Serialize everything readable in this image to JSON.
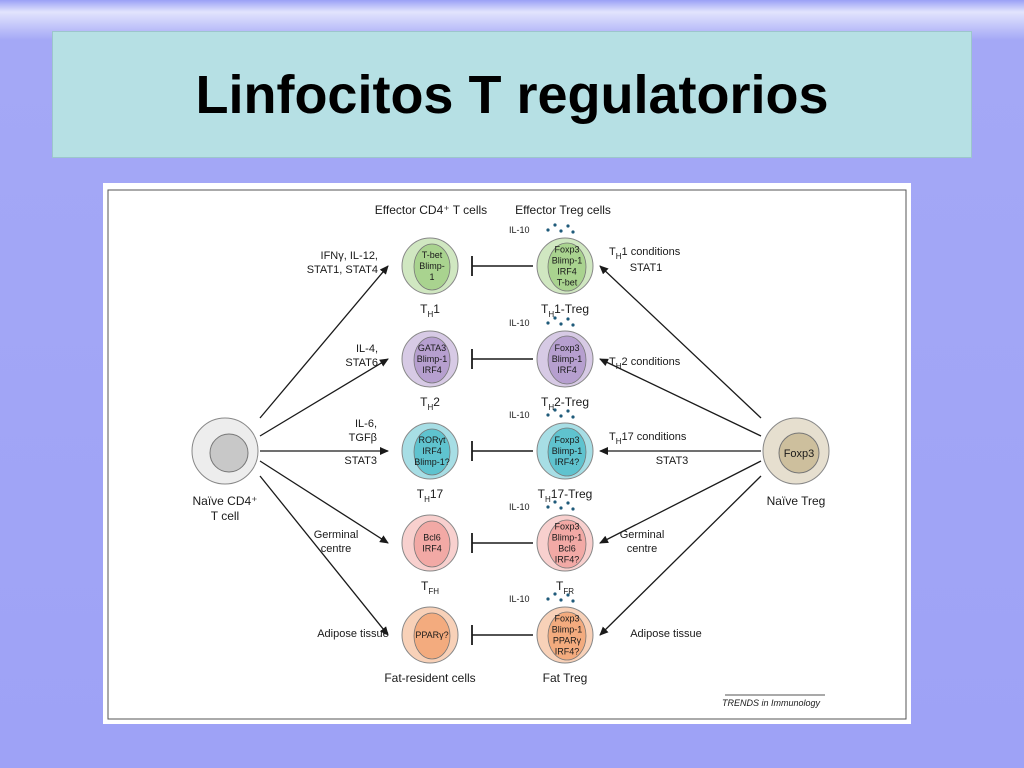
{
  "slide": {
    "title": "Linfocitos T regulatorios"
  },
  "figure": {
    "header_effector": "Effector CD4⁺ T cells",
    "header_treg": "Effector Treg cells",
    "naive_cd4_line1": "Naïve CD4⁺",
    "naive_cd4_line2": "T cell",
    "naive_treg_label": "Naïve Treg",
    "naive_treg_inner": "Foxp3",
    "il10": "IL-10",
    "credit": "TRENDS in Immunology",
    "colors": {
      "th1": "#a9d38f",
      "th2": "#b69fcf",
      "th17": "#5fc3cf",
      "tfh": "#f2a9a5",
      "fat": "#f3ab7e",
      "naive_cd4": "#c8c8c8",
      "naive_treg": "#cdbf9d"
    },
    "rows": [
      {
        "effector_inner": [
          "T-bet",
          "Blimp-",
          "1"
        ],
        "effector_label": "T",
        "effector_sub": "H",
        "effector_suffix": "1",
        "treg_inner": [
          "Foxp3",
          "Blimp-1",
          "IRF4",
          "T-bet"
        ],
        "treg_label": "T",
        "treg_sub": "H",
        "treg_suffix": "1-Treg",
        "left_signal": [
          "IFNγ, IL-12,",
          "STAT1, STAT4"
        ],
        "right_signal": [
          "T",
          "H",
          "1 conditions",
          "STAT1"
        ]
      },
      {
        "effector_inner": [
          "GATA3",
          "Blimp-1",
          "IRF4"
        ],
        "effector_label": "T",
        "effector_sub": "H",
        "effector_suffix": "2",
        "treg_inner": [
          "Foxp3",
          "Blimp-1",
          "IRF4"
        ],
        "treg_label": "T",
        "treg_sub": "H",
        "treg_suffix": "2-Treg",
        "left_signal": [
          "IL-4,",
          "STAT6"
        ],
        "right_signal": [
          "T",
          "H",
          "2 conditions"
        ]
      },
      {
        "effector_inner": [
          "RORγt",
          "IRF4",
          "Blimp-1?"
        ],
        "effector_label": "T",
        "effector_sub": "H",
        "effector_suffix": "17",
        "treg_inner": [
          "Foxp3",
          "Blimp-1",
          "IRF4?"
        ],
        "treg_label": "T",
        "treg_sub": "H",
        "treg_suffix": "17-Treg",
        "left_signal": [
          "IL-6,",
          "TGFβ",
          "STAT3"
        ],
        "right_signal": [
          "T",
          "H",
          "17 conditions",
          "STAT3"
        ]
      },
      {
        "effector_inner": [
          "Bcl6",
          "IRF4"
        ],
        "effector_label": "T",
        "effector_sub": "FH",
        "effector_suffix": "",
        "treg_inner": [
          "Foxp3",
          "Blimp-1",
          "Bcl6",
          "IRF4?"
        ],
        "treg_label": "T",
        "treg_sub": "FR",
        "treg_suffix": "",
        "left_signal": [
          "Germinal",
          "centre"
        ],
        "right_signal": [
          "Germinal",
          "centre"
        ]
      },
      {
        "effector_inner": [
          "PPARγ?"
        ],
        "effector_label": "Fat-resident cells",
        "effector_sub": "",
        "effector_suffix": "",
        "treg_inner": [
          "Foxp3",
          "Blimp-1",
          "PPARγ",
          "IRF4?"
        ],
        "treg_label": "Fat Treg",
        "treg_sub": "",
        "treg_suffix": "",
        "left_signal": [
          "Adipose tissue"
        ],
        "right_signal": [
          "Adipose tissue"
        ]
      }
    ]
  }
}
